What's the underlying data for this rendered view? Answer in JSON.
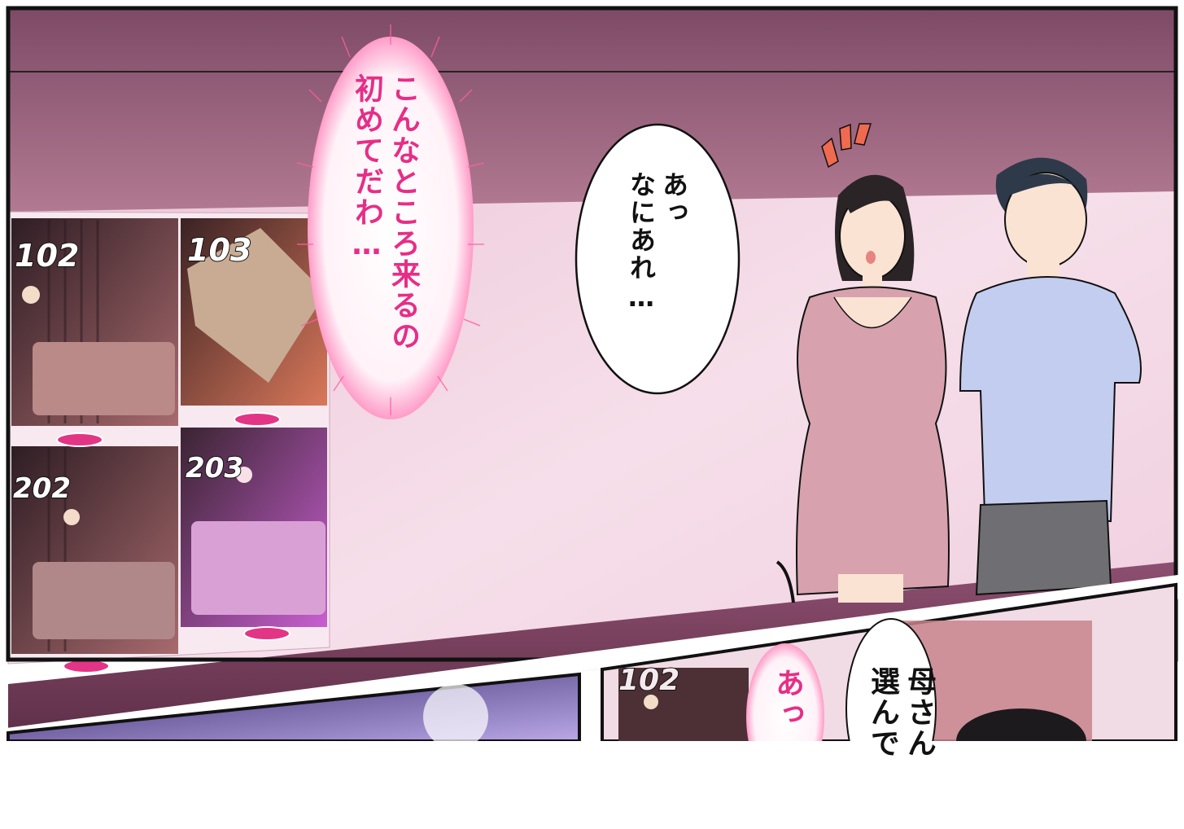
{
  "panel_top": {
    "room_labels": [
      "102",
      "103",
      "202",
      "203"
    ],
    "thought_bubble": "こんなところ来るの\n初めてだわ…",
    "speech_bubble": "あっ\nなにあれ…"
  },
  "panel_bottom_right": {
    "room_label": "102",
    "speech_black": "母さん\n選んで",
    "speech_pink": "あっ"
  },
  "colors": {
    "wall_purple": "#8a5570",
    "wall_pink": "#f3d6e4",
    "accent_pink": "#e62e87",
    "ink": "#111111"
  }
}
